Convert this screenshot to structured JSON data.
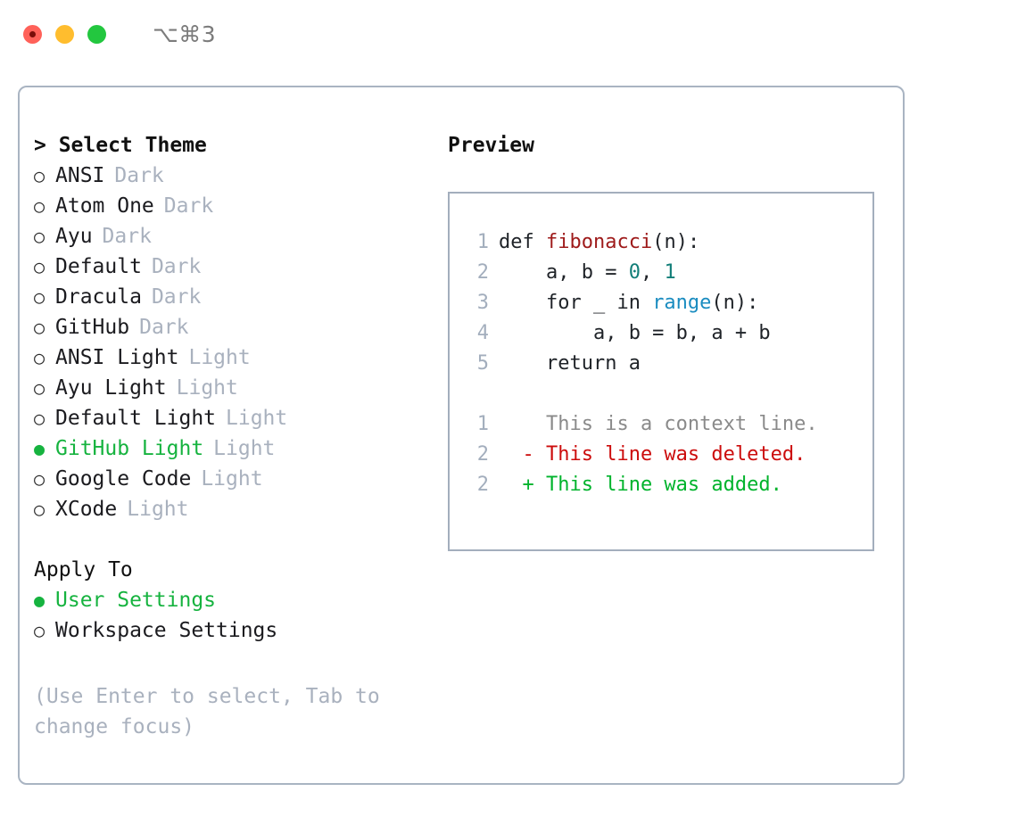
{
  "titlebar": {
    "shortcut": "⌥⌘3",
    "lights": [
      {
        "name": "close",
        "color": "#ff6159"
      },
      {
        "name": "minimize",
        "color": "#ffbd2e"
      },
      {
        "name": "maximize",
        "color": "#23c73f"
      }
    ]
  },
  "theme_picker": {
    "header": "> Select Theme",
    "bullet_selected": "●",
    "bullet_unselected": "○",
    "selected_theme": "GitHub Light",
    "items": [
      {
        "label": "ANSI",
        "badge": "Dark",
        "selected": false
      },
      {
        "label": "Atom One",
        "badge": "Dark",
        "selected": false
      },
      {
        "label": "Ayu",
        "badge": "Dark",
        "selected": false
      },
      {
        "label": "Default",
        "badge": "Dark",
        "selected": false
      },
      {
        "label": "Dracula",
        "badge": "Dark",
        "selected": false
      },
      {
        "label": "GitHub",
        "badge": "Dark",
        "selected": false
      },
      {
        "label": "ANSI Light",
        "badge": "Light",
        "selected": false
      },
      {
        "label": "Ayu Light",
        "badge": "Light",
        "selected": false
      },
      {
        "label": "Default Light",
        "badge": "Light",
        "selected": false
      },
      {
        "label": "GitHub Light",
        "badge": "Light",
        "selected": true
      },
      {
        "label": "Google Code",
        "badge": "Light",
        "selected": false
      },
      {
        "label": "XCode",
        "badge": "Light",
        "selected": false
      }
    ]
  },
  "apply_to": {
    "header": "Apply To",
    "items": [
      {
        "label": "User Settings",
        "selected": true
      },
      {
        "label": "Workspace Settings",
        "selected": false
      }
    ]
  },
  "hint": "(Use Enter to select, Tab to change focus)",
  "preview": {
    "header": "Preview",
    "code_lines": [
      {
        "lineno": "1",
        "tokens": [
          {
            "text": "def ",
            "kind": "plain"
          },
          {
            "text": "fibonacci",
            "kind": "fn"
          },
          {
            "text": "(n):",
            "kind": "plain"
          }
        ]
      },
      {
        "lineno": "2",
        "tokens": [
          {
            "text": "    a, b = ",
            "kind": "plain"
          },
          {
            "text": "0",
            "kind": "num"
          },
          {
            "text": ", ",
            "kind": "plain"
          },
          {
            "text": "1",
            "kind": "num"
          }
        ]
      },
      {
        "lineno": "3",
        "tokens": [
          {
            "text": "    for _ in ",
            "kind": "plain"
          },
          {
            "text": "range",
            "kind": "builtin"
          },
          {
            "text": "(n):",
            "kind": "plain"
          }
        ]
      },
      {
        "lineno": "4",
        "tokens": [
          {
            "text": "        a, b = b, a + b",
            "kind": "plain"
          }
        ]
      },
      {
        "lineno": "5",
        "tokens": [
          {
            "text": "    return a",
            "kind": "plain"
          }
        ]
      }
    ],
    "diff_lines": [
      {
        "lineno": "1",
        "marker": " ",
        "text": " This is a context line.",
        "kind": "ctx"
      },
      {
        "lineno": "2",
        "marker": "-",
        "text": " This line was deleted.",
        "kind": "del"
      },
      {
        "lineno": "2",
        "marker": "+",
        "text": " This line was added.",
        "kind": "add"
      }
    ]
  },
  "colors": {
    "accent_green": "#16b33f",
    "border": "#a9b4c2",
    "muted": "#a9b1be",
    "text": "#1b1b1f",
    "syntax_function": "#9e1a1a",
    "syntax_number": "#127e78",
    "syntax_builtin": "#1a8cc0",
    "diff_deleted": "#cc0c0c",
    "diff_added": "#00b32c",
    "diff_context": "#8a8a8a"
  }
}
